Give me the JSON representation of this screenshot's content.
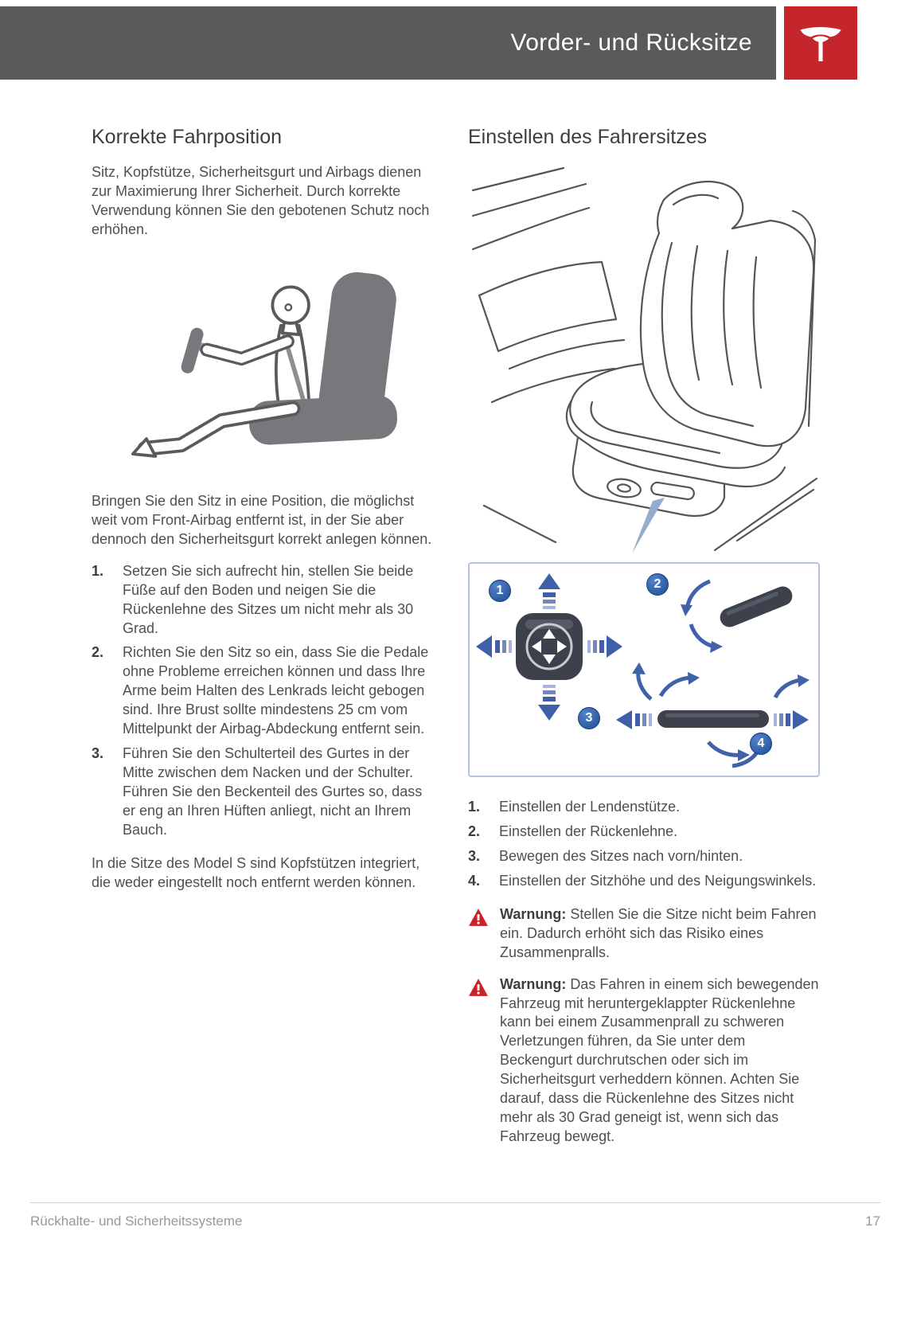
{
  "colors": {
    "header_bg": "#595a5c",
    "brand_red": "#c4262b",
    "callout_blue": "#2a5caa",
    "warning_red": "#cc2127",
    "diagram_border": "#b5c3da"
  },
  "icons": {
    "tesla_logo": "tesla-t-white-on-red",
    "warning": "red-triangle-with-white-exclamation",
    "callout": "blue-numbered-circle"
  },
  "header": {
    "title": "Vorder- und Rücksitze"
  },
  "left_column": {
    "heading": "Korrekte Fahrposition",
    "intro": "Sitz, Kopfstütze, Sicherheitsgurt und Airbags dienen zur Maximierung Ihrer Sicherheit. Durch korrekte Verwendung können Sie den gebotenen Schutz noch erhöhen.",
    "paragraph": "Bringen Sie den Sitz in eine Position, die möglichst weit vom Front-Airbag entfernt ist, in der Sie aber dennoch den Sicherheitsgurt korrekt anlegen können.",
    "list": [
      {
        "num": "1.",
        "text": "Setzen Sie sich aufrecht hin, stellen Sie beide Füße auf den Boden und neigen Sie die Rückenlehne des Sitzes um nicht mehr als 30 Grad."
      },
      {
        "num": "2.",
        "text": "Richten Sie den Sitz so ein, dass Sie die Pedale ohne Probleme erreichen können und dass Ihre Arme beim Halten des Lenkrads leicht gebogen sind. Ihre Brust sollte mindestens 25 cm vom Mittelpunkt der Airbag-Abdeckung entfernt sein."
      },
      {
        "num": "3.",
        "text": "Führen Sie den Schulterteil des Gurtes in der Mitte zwischen dem Nacken und der Schulter. Führen Sie den Beckenteil des Gurtes so, dass er eng an Ihren Hüften anliegt, nicht an Ihrem Bauch."
      }
    ],
    "outro": "In die Sitze des Model S sind Kopfstützen integriert, die weder eingestellt noch entfernt werden können."
  },
  "right_column": {
    "heading": "Einstellen des Fahrersitzes",
    "diagram": {
      "callouts": [
        "1",
        "2",
        "3",
        "4"
      ]
    },
    "list": [
      {
        "num": "1.",
        "text": "Einstellen der Lendenstütze."
      },
      {
        "num": "2.",
        "text": "Einstellen der Rückenlehne."
      },
      {
        "num": "3.",
        "text": "Bewegen des Sitzes nach vorn/hinten."
      },
      {
        "num": "4.",
        "text": "Einstellen der Sitzhöhe und des Neigungswinkels."
      }
    ],
    "warnings": [
      {
        "label": "Warnung:",
        "text": "Stellen Sie die Sitze nicht beim Fahren ein. Dadurch erhöht sich das Risiko eines Zusammenpralls."
      },
      {
        "label": "Warnung:",
        "text": "Das Fahren in einem sich bewegenden Fahrzeug mit heruntergeklappter Rückenlehne kann bei einem Zusammenprall zu schweren Verletzungen führen, da Sie unter dem Beckengurt durchrutschen oder sich im Sicherheitsgurt verheddern können. Achten Sie darauf, dass die Rückenlehne des Sitzes nicht mehr als 30 Grad geneigt ist, wenn sich das Fahrzeug bewegt."
      }
    ]
  },
  "footer": {
    "section": "Rückhalte- und Sicherheitssysteme",
    "page": "17"
  }
}
